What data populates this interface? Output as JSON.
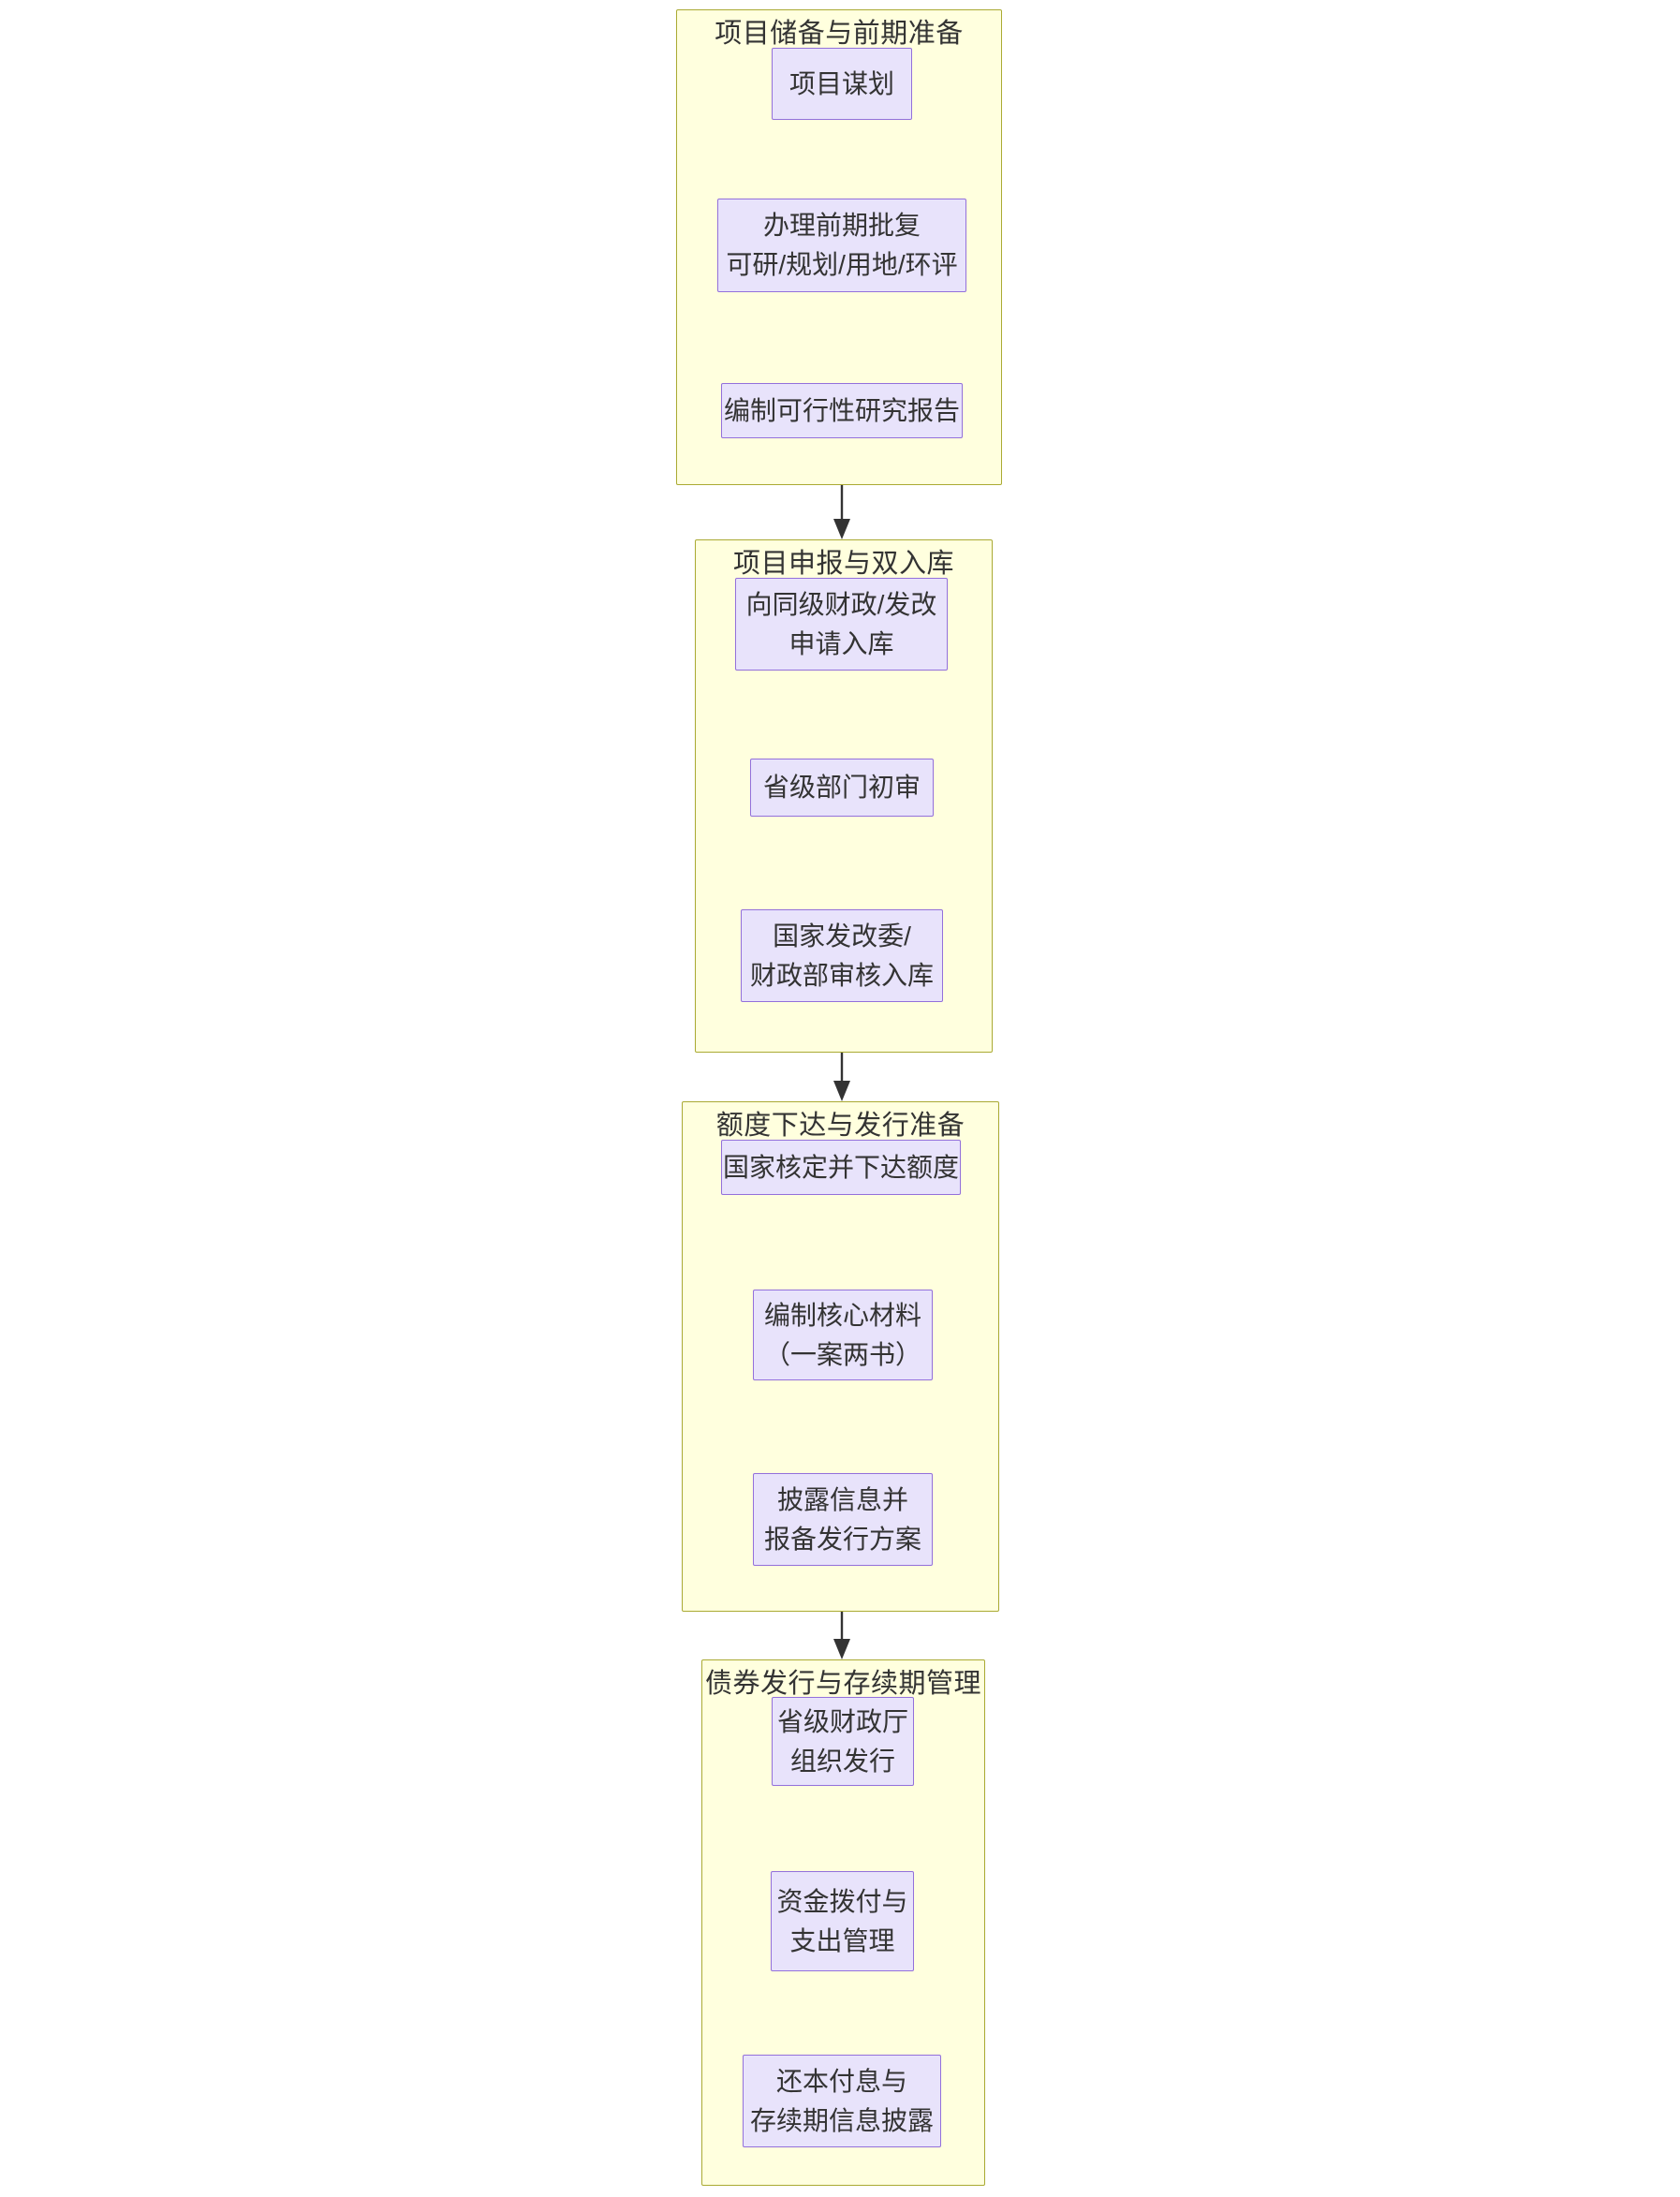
{
  "diagram": {
    "type": "flowchart",
    "direction": "top-to-bottom",
    "title": "",
    "colors": {
      "cluster_fill": "#ffffde",
      "cluster_stroke": "#aaaa33",
      "node_fill": "#e8e3fb",
      "node_stroke": "#9370db",
      "edge_stroke": "#333333",
      "text": "#333333"
    }
  },
  "clusters": [
    {
      "id": "cluster1",
      "title": "项目储备与前期准备",
      "nodes": [
        {
          "id": "n1",
          "lines": [
            "项目谋划"
          ]
        },
        {
          "id": "n2",
          "lines": [
            "办理前期批复",
            "可研/规划/用地/环评"
          ]
        },
        {
          "id": "n3",
          "lines": [
            "编制可行性研究报告"
          ]
        }
      ]
    },
    {
      "id": "cluster2",
      "title": "项目申报与双入库",
      "nodes": [
        {
          "id": "n4",
          "lines": [
            "向同级财政/发改",
            "申请入库"
          ]
        },
        {
          "id": "n5",
          "lines": [
            "省级部门初审"
          ]
        },
        {
          "id": "n6",
          "lines": [
            "国家发改委/",
            "财政部审核入库"
          ]
        }
      ]
    },
    {
      "id": "cluster3",
      "title": "额度下达与发行准备",
      "nodes": [
        {
          "id": "n7",
          "lines": [
            "国家核定并下达额度"
          ]
        },
        {
          "id": "n8",
          "lines": [
            "编制核心材料",
            "（一案两书）"
          ]
        },
        {
          "id": "n9",
          "lines": [
            "披露信息并",
            "报备发行方案"
          ]
        }
      ]
    },
    {
      "id": "cluster4",
      "title": "债券发行与存续期管理",
      "nodes": [
        {
          "id": "n10",
          "lines": [
            "省级财政厅",
            "组织发行"
          ]
        },
        {
          "id": "n11",
          "lines": [
            "资金拨付与",
            "支出管理"
          ]
        },
        {
          "id": "n12",
          "lines": [
            "还本付息与",
            "存续期信息披露"
          ]
        }
      ]
    }
  ],
  "edges": [
    {
      "from": "n1",
      "to": "n2"
    },
    {
      "from": "n2",
      "to": "n3"
    },
    {
      "from": "n3",
      "to": "cluster2"
    },
    {
      "from": "n4",
      "to": "n5"
    },
    {
      "from": "n5",
      "to": "n6"
    },
    {
      "from": "n6",
      "to": "cluster3"
    },
    {
      "from": "n7",
      "to": "n8"
    },
    {
      "from": "n8",
      "to": "n9"
    },
    {
      "from": "n9",
      "to": "cluster4"
    },
    {
      "from": "n10",
      "to": "n11"
    },
    {
      "from": "n11",
      "to": "n12"
    }
  ]
}
